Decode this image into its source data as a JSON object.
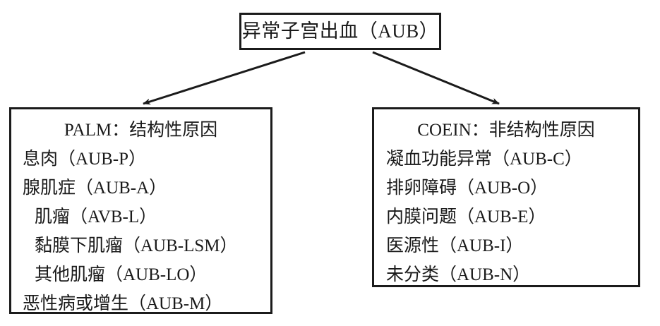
{
  "diagram": {
    "type": "flowchart",
    "orientation": "top-down-split",
    "root": {
      "label": "异常子宫出血（AUB）"
    },
    "branches": [
      {
        "id": "palm",
        "header": "PALM：结构性原因",
        "items": [
          {
            "text": "息肉（AUB-P）",
            "indented": false
          },
          {
            "text": "腺肌症（AUB-A）",
            "indented": false
          },
          {
            "text": "肌瘤（AVB-L）",
            "indented": true
          },
          {
            "text": "黏膜下肌瘤（AUB-LSM）",
            "indented": true
          },
          {
            "text": "其他肌瘤（AUB-LO）",
            "indented": true
          },
          {
            "text": "恶性病或增生（AUB-M）",
            "indented": false
          }
        ]
      },
      {
        "id": "coein",
        "header": "COEIN：非结构性原因",
        "items": [
          {
            "text": "凝血功能异常（AUB-C）",
            "indented": false
          },
          {
            "text": "排卵障碍（AUB-O）",
            "indented": false
          },
          {
            "text": "内膜问题（AUB-E）",
            "indented": false
          },
          {
            "text": "医源性（AUB-I）",
            "indented": false
          },
          {
            "text": "未分类（AUB-N）",
            "indented": false
          }
        ]
      }
    ],
    "connectors": [
      {
        "name": "arrow-root-to-palm",
        "from": "root",
        "to": "palm",
        "direction": "down-left"
      },
      {
        "name": "arrow-root-to-coein",
        "from": "root",
        "to": "coein",
        "direction": "down-right"
      }
    ],
    "colors": {
      "stroke": "#1b1b1b",
      "background": "#ffffff",
      "text": "#1a1a1a"
    }
  }
}
